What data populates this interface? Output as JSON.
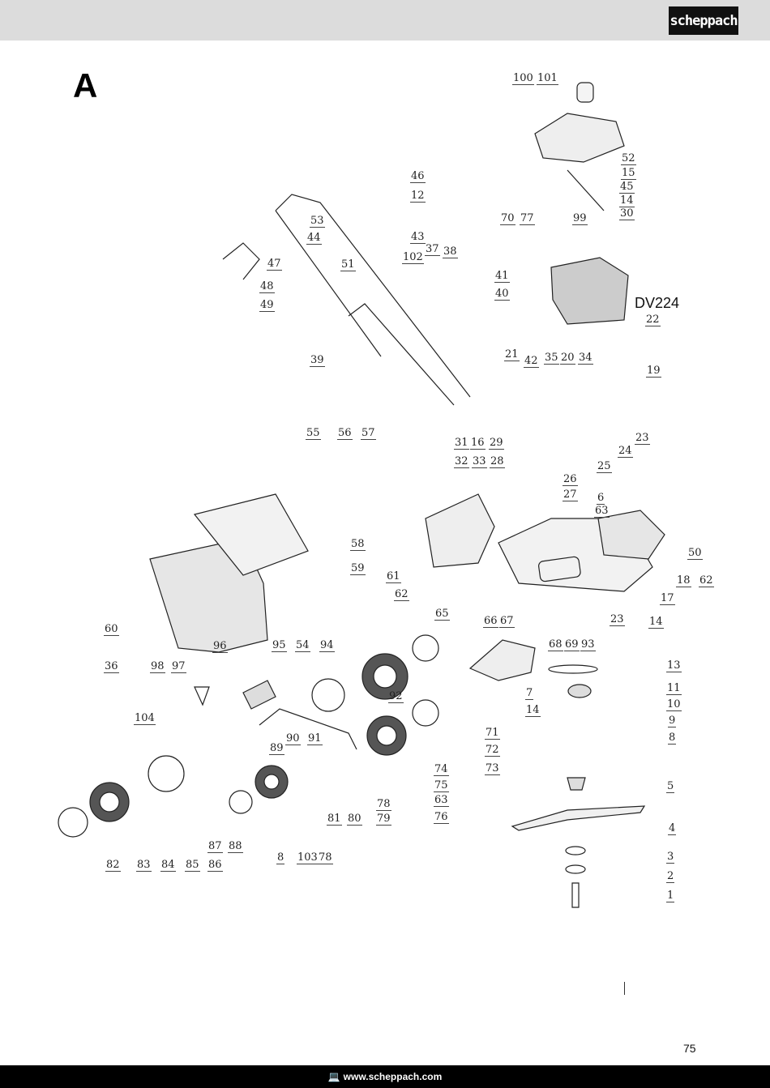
{
  "header": {
    "brand_logo": "scheppach"
  },
  "section_letter": "A",
  "engine_model": "DV224",
  "part_labels": [
    "100",
    "101",
    "52",
    "15",
    "45",
    "14",
    "30",
    "70",
    "77",
    "99",
    "46",
    "12",
    "53",
    "44",
    "43",
    "51",
    "102",
    "37",
    "38",
    "47",
    "48",
    "49",
    "41",
    "40",
    "22",
    "39",
    "21",
    "42",
    "35",
    "20",
    "34",
    "19",
    "55",
    "56",
    "57",
    "31",
    "16",
    "29",
    "23",
    "24",
    "32",
    "33",
    "28",
    "25",
    "26",
    "27",
    "6",
    "63",
    "58",
    "59",
    "50",
    "18",
    "62",
    "61",
    "62",
    "17",
    "65",
    "66",
    "67",
    "23",
    "14",
    "60",
    "96",
    "95",
    "54",
    "94",
    "68",
    "69",
    "93",
    "36",
    "98",
    "97",
    "13",
    "7",
    "11",
    "92",
    "10",
    "104",
    "9",
    "14",
    "8",
    "71",
    "90",
    "91",
    "89",
    "72",
    "73",
    "74",
    "75",
    "5",
    "63",
    "78",
    "79",
    "76",
    "81",
    "80",
    "4",
    "87",
    "88",
    "8",
    "103",
    "78",
    "3",
    "82",
    "83",
    "84",
    "85",
    "86",
    "2",
    "1"
  ],
  "page_number": "75",
  "footer": {
    "icon": "computer-icon",
    "url": "www.scheppach.com"
  }
}
